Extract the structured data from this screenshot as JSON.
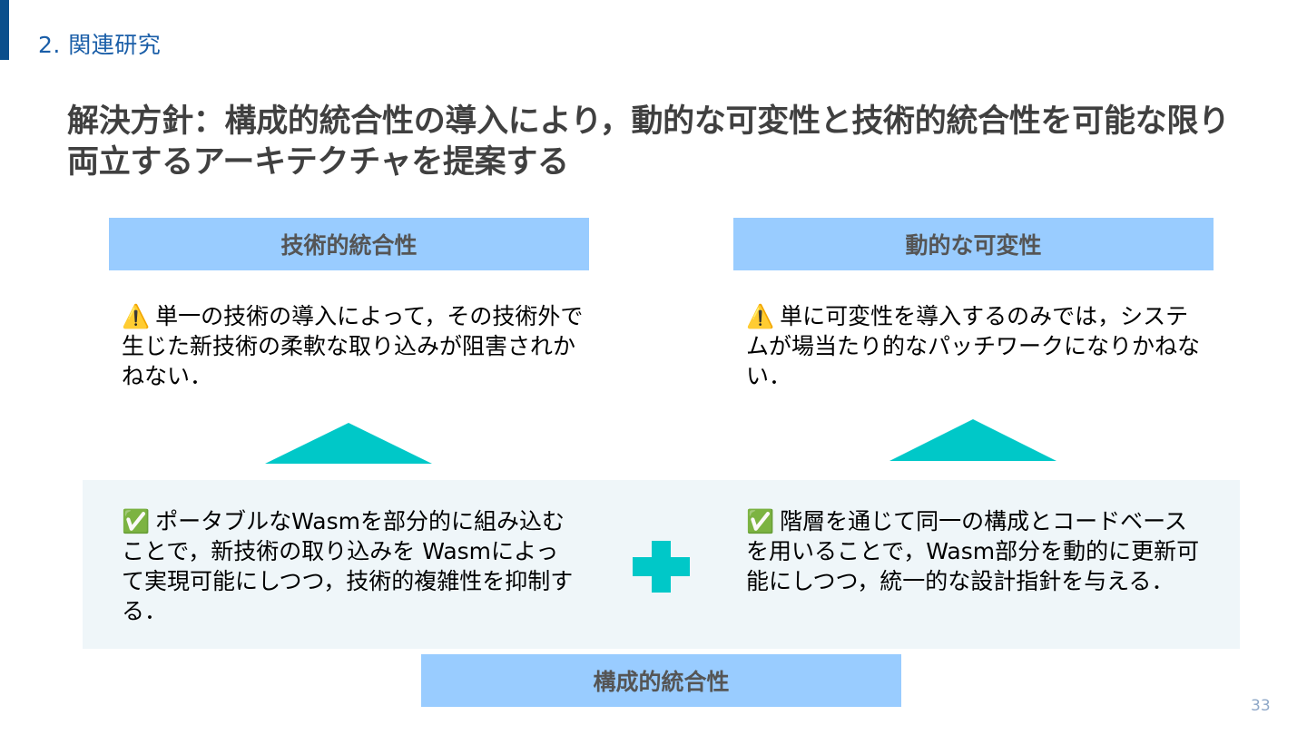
{
  "header": {
    "section_title": "2. 関連研究"
  },
  "main": {
    "heading_line1": "解決方針：構成的統合性の導入により，動的な可変性と技術的統合性を可能な限り",
    "heading_line2": "両立するアーキテクチャを提案する"
  },
  "left": {
    "label": "技術的統合性",
    "warning_emoji": "⚠️",
    "warning_text": "単一の技術の導入によって，その技術外で生じた新技術の柔軟な取り込みが阻害されかねない．",
    "check_emoji": "✅",
    "solution_text": "ポータブルなWasmを部分的に組み込むことで，新技術の取り込みを Wasmによって実現可能にしつつ，技術的複雑性を抑制する．"
  },
  "right": {
    "label": "動的な可変性",
    "warning_emoji": "⚠️",
    "warning_text": "単に可変性を導入するのみでは，システムが場当たり的なパッチワークになりかねない．",
    "check_emoji": "✅",
    "solution_text": "階層を通じて同一の構成とコードベースを用いることで，Wasm部分を動的に更新可能にしつつ，統一的な設計指針を与える．"
  },
  "bottom": {
    "label": "構成的統合性"
  },
  "footer": {
    "page_number": "33"
  },
  "colors": {
    "accent": "#0b4f8c",
    "label_fill": "#99ccff",
    "triangle_and_plus": "#00c8c8",
    "panel_fill": "#eff6f9",
    "heading_text": "#404040"
  },
  "icons": [
    "warning-icon",
    "check-icon",
    "triangle-up-icon",
    "plus-icon"
  ]
}
